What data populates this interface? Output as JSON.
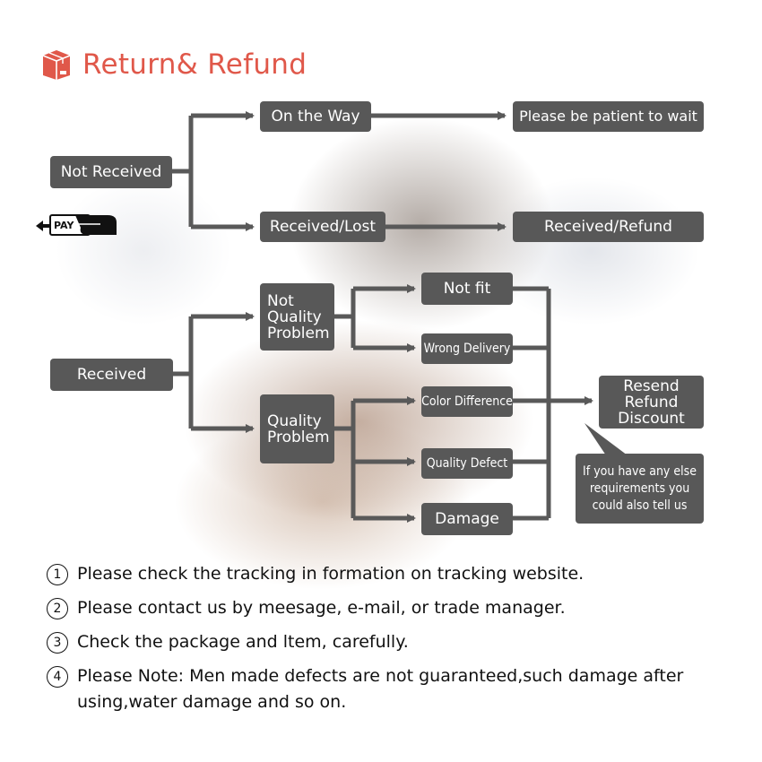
{
  "header": {
    "title": "Return& Refund",
    "icon": "package-box-icon",
    "accent_color": "#e0584a"
  },
  "box_color": "#585858",
  "arrow_color": "#595959",
  "flow": {
    "not_received": "Not Received",
    "on_the_way": "On the Way",
    "please_wait": "Please be patient to wait",
    "received_lost": "Received/Lost",
    "received_refund": "Received/Refund",
    "pay_label": "PAY",
    "received": "Received",
    "not_quality_problem": "Not\nQuality\nProblem",
    "quality_problem": "Quality\nProblem",
    "not_fit": "Not fit",
    "wrong_delivery": "Wrong Delivery",
    "color_difference": "Color Difference",
    "quality_defect": "Quality Defect",
    "damage": "Damage",
    "resolution": "Resend\nRefund\nDiscount",
    "callout": "If you have any else\nrequirements you\ncould also tell us"
  },
  "notes": [
    {
      "num": "1",
      "text": "Please check the tracking in formation on tracking website."
    },
    {
      "num": "2",
      "text": "Please contact us by meesage, e-mail, or trade manager."
    },
    {
      "num": "3",
      "text": "Check the package and ltem, carefully."
    },
    {
      "num": "4",
      "text": "Please Note: Men made defects  are not guaranteed,such damage after using,water damage and so on."
    }
  ]
}
